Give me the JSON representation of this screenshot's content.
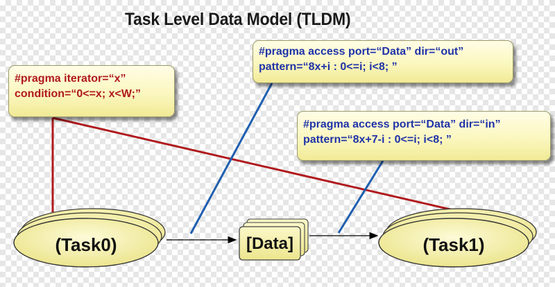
{
  "title": "Task Level Data Model (TLDM)",
  "notes": {
    "iterator": {
      "line1": "#pragma iterator=“x”",
      "line2": "condition=“0<=x; x<W;”",
      "color": "#b0191c"
    },
    "access_out": {
      "line1": "#pragma access port=“Data” dir=“out”",
      "line2": "pattern=“8x+i : 0<=i; i<8; ”",
      "color": "#2033a8"
    },
    "access_in": {
      "line1": "#pragma access port=“Data” dir=“in”",
      "line2": "pattern=“8x+7-i : 0<=i; i<8; ”",
      "color": "#2033a8"
    }
  },
  "nodes": {
    "task0": "(Task0)",
    "data": "[Data]",
    "task1": "(Task1)"
  },
  "colors": {
    "note_fill": "#fbf7bf",
    "node_fill": "#f3f0a8",
    "red_link": "#b0191c",
    "blue_link": "#1f5fb0"
  }
}
